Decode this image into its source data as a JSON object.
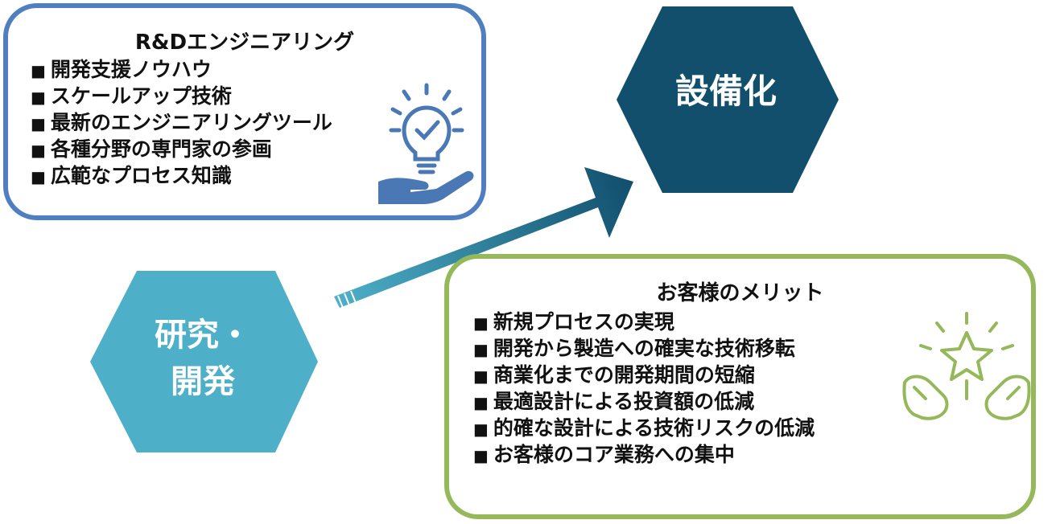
{
  "rd_box": {
    "title": "R&Dエンジニアリング",
    "items": [
      "開発支援ノウハウ",
      "スケールアップ技術",
      "最新のエンジニアリングツール",
      "各種分野の専門家の参画",
      "広範なプロセス知識"
    ]
  },
  "merit_box": {
    "title": "お客様のメリット",
    "items": [
      "新規プロセスの実現",
      "開発から製造への確実な技術移転",
      "商業化までの開発期間の短縮",
      "最適設計による投資額の低減",
      "的確な設計による技術リスクの低減",
      "お客様のコア業務への集中"
    ]
  },
  "hexagons": {
    "facility": "設備化",
    "research_line1": "研究・",
    "research_line2": "開発"
  },
  "bullet": "■",
  "icons": {
    "rd": "lightbulb-hand-icon",
    "merit": "star-hands-icon"
  },
  "colors": {
    "rd_border": "#4f7fc1",
    "merit_border": "#94b85a",
    "facility_hex": "#114f6d",
    "research_hex": "#4eb0c8",
    "arrow_start": "#4eb0c8",
    "arrow_end": "#114f6d",
    "rd_icon": "#4a78b4",
    "merit_icon": "#94b85a"
  }
}
